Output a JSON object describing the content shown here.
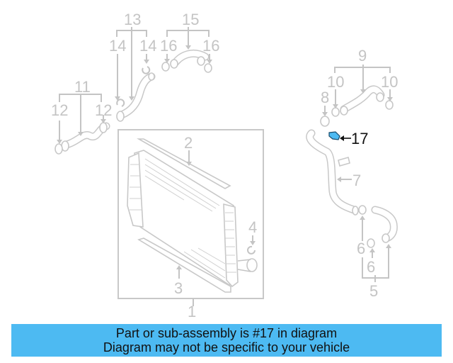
{
  "diagram": {
    "highlight_part": "17",
    "highlight_color": "#4dbaf2",
    "line_color": "#c4c4c4",
    "callouts": {
      "c1": "1",
      "c2": "2",
      "c3": "3",
      "c4": "4",
      "c5": "5",
      "c6a": "6",
      "c6b": "6",
      "c7": "7",
      "c8": "8",
      "c9": "9",
      "c10a": "10",
      "c10b": "10",
      "c11": "11",
      "c12a": "12",
      "c12b": "12",
      "c13": "13",
      "c14a": "14",
      "c14b": "14",
      "c15": "15",
      "c16a": "16",
      "c16b": "16",
      "c17": "17"
    }
  },
  "banner": {
    "line1": "Part or sub-assembly is #17 in diagram",
    "line2": "Diagram may not be specific to your vehicle",
    "background": "#4dbaf2"
  }
}
